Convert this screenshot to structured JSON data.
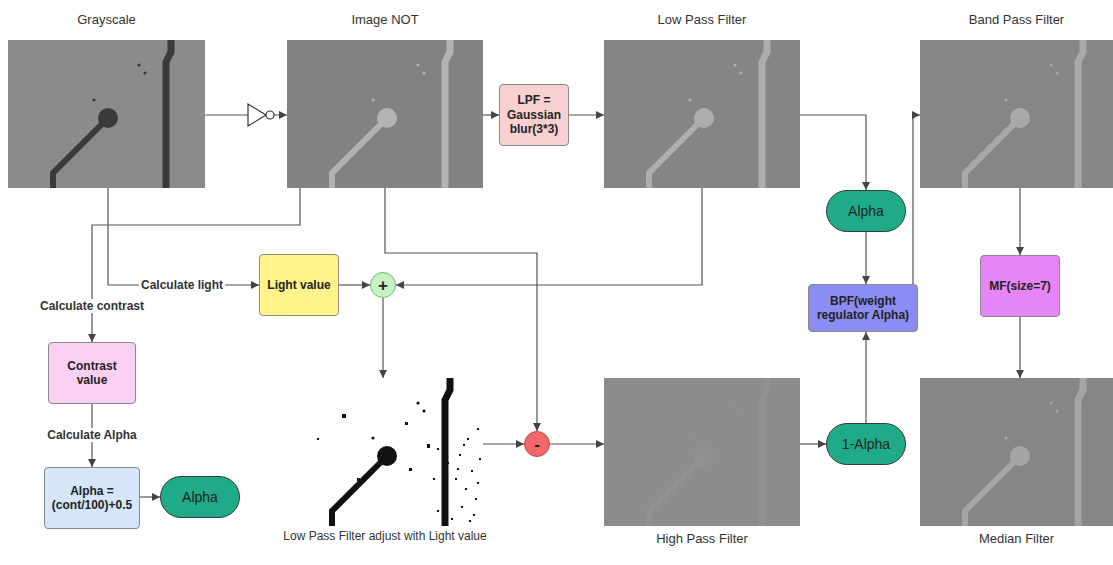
{
  "diagram": {
    "nodes": [
      {
        "text": [
          "Grayscale"
        ]
      },
      {
        "text": [
          "Image NOT"
        ]
      },
      {
        "text": [
          "LPF = Gaussian blur(3*3)"
        ]
      },
      {
        "text": [
          "Low Pass Filter"
        ]
      },
      {
        "text": [
          "Band Pass Filter"
        ]
      },
      {
        "text": [
          "Alpha"
        ]
      },
      {
        "text": [
          "Light value"
        ]
      },
      {
        "text": [
          "+"
        ]
      },
      {
        "text": [
          "BPF(weight regulator Alpha)"
        ]
      },
      {
        "text": [
          "MF(size=7)"
        ]
      },
      {
        "text": [
          "Contrast value"
        ]
      },
      {
        "text": [
          "Low Pass Filter adjust with Light value"
        ]
      },
      {
        "text": [
          "-"
        ]
      },
      {
        "text": [
          "High Pass Filter"
        ]
      },
      {
        "text": [
          "1-Alpha"
        ]
      },
      {
        "text": [
          "Median Filter"
        ]
      },
      {
        "text": [
          "Alpha = (cont/100)+0.5"
        ]
      },
      {
        "text": [
          "Alpha"
        ]
      }
    ],
    "edges": [
      {
        "from": 0,
        "to": 1,
        "arrow": "to"
      },
      {
        "from": 1,
        "to": 2,
        "arrow": "to"
      },
      {
        "from": 2,
        "to": 3,
        "arrow": "to"
      },
      {
        "from": 3,
        "to": 5,
        "arrow": "to"
      },
      {
        "from": 5,
        "to": 8,
        "arrow": "to"
      },
      {
        "from": 8,
        "to": 4,
        "arrow": "to"
      },
      {
        "from": 4,
        "to": 9,
        "arrow": "to"
      },
      {
        "from": 9,
        "to": 15,
        "arrow": "to"
      },
      {
        "from": 0,
        "to": 6,
        "label": "Calculate light",
        "arrow": "to"
      },
      {
        "from": 1,
        "to": 10,
        "label": "Calculate contrast",
        "arrow": "to"
      },
      {
        "from": 10,
        "to": 16,
        "label": "Calculate Alpha",
        "arrow": "to"
      },
      {
        "from": 16,
        "to": 17,
        "arrow": "to"
      },
      {
        "from": 6,
        "to": 7,
        "arrow": "to"
      },
      {
        "from": 3,
        "to": 7,
        "arrow": "to"
      },
      {
        "from": 7,
        "to": 11,
        "arrow": "to"
      },
      {
        "from": 11,
        "to": 12,
        "arrow": "to"
      },
      {
        "from": 1,
        "to": 12,
        "arrow": "to"
      },
      {
        "from": 12,
        "to": 13,
        "arrow": "to"
      },
      {
        "from": 13,
        "to": 14,
        "arrow": "to"
      },
      {
        "from": 14,
        "to": 8,
        "arrow": "to"
      }
    ]
  }
}
